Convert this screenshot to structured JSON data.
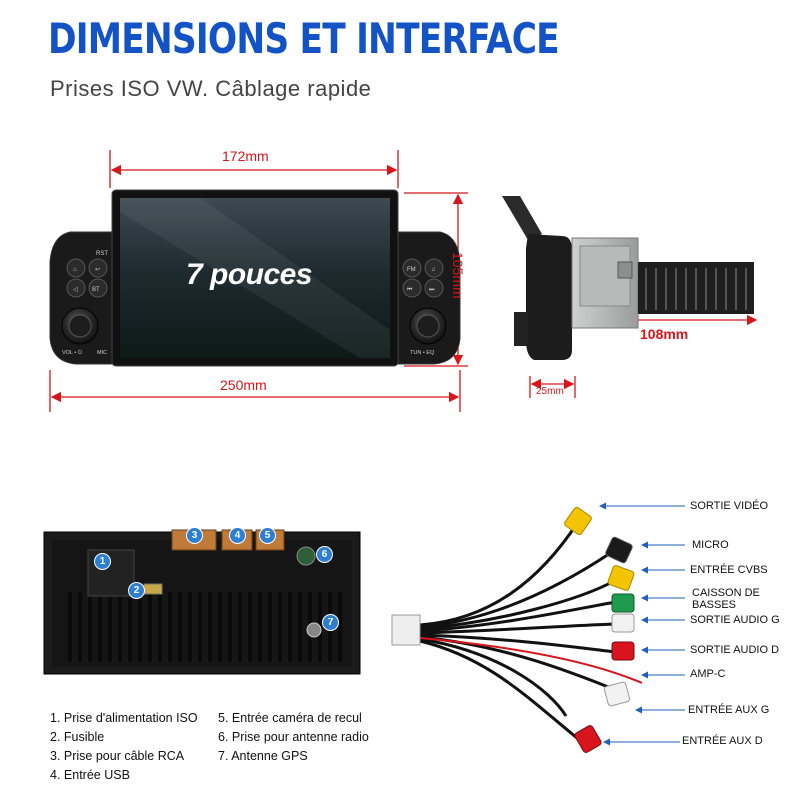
{
  "header": {
    "title": "DIMENSIONS ET INTERFACE",
    "subtitle": "Prises ISO VW. Câblage rapide"
  },
  "dimensions": {
    "width_screen": "172mm",
    "height": "105mm",
    "width_total": "250mm",
    "depth": "108mm",
    "front_depth": "25mm"
  },
  "screen": {
    "label": "7 pouces",
    "left_buttons": [
      "RST",
      "BT"
    ],
    "knob_left": "VOL • ⏻",
    "mic": "MIC",
    "right_buttons": [
      "FM"
    ],
    "knob_right": "TUN • EQ"
  },
  "ports": [
    {
      "num": "1",
      "label": "Prise d'alimentation ISO"
    },
    {
      "num": "2",
      "label": "Fusible"
    },
    {
      "num": "3",
      "label": "Prise pour câble RCA"
    },
    {
      "num": "4",
      "label": "Entrée USB"
    },
    {
      "num": "5",
      "label": "Entrée caméra de recul"
    },
    {
      "num": "6",
      "label": "Prise pour antenne radio"
    },
    {
      "num": "7",
      "label": "Antenne GPS"
    }
  ],
  "cable_labels": [
    "SORTIE VIDÉO",
    "MICRO",
    "ENTRÉE CVBS",
    "CAISSON DE",
    "BASSES",
    "SORTIE AUDIO G",
    "SORTIE AUDIO D",
    "AMP-C",
    "ENTRÉE AUX G",
    "ENTRÉE AUX D"
  ],
  "colors": {
    "title_blue": "#1453c6",
    "dimension_red": "#d6161a",
    "badge_blue": "#2d7fd4",
    "rca_yellow": "#f5c400",
    "rca_green": "#1f9a4e",
    "rca_white": "#f2f2f2",
    "rca_red": "#d8141c"
  }
}
